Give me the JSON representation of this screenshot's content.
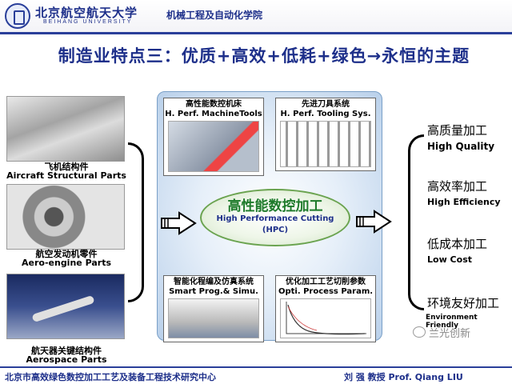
{
  "header": {
    "university_cn": "北京航空航天大学",
    "university_en": "BEIHANG UNIVERSITY",
    "school": "机械工程及自动化学院"
  },
  "title": "制造业特点三：优质+高效+低耗+绿色→永恒的主题",
  "left_parts": [
    {
      "cn": "飞机结构件",
      "en": "Aircraft Structural Parts"
    },
    {
      "cn": "航空发动机零件",
      "en": "Aero-engine Parts"
    },
    {
      "cn": "航天器关键结构件",
      "en": "Aerospace Parts"
    }
  ],
  "center": {
    "machine": {
      "cn": "高性能数控机床",
      "en": "H. Perf. MachineTools"
    },
    "tools": {
      "cn": "先进刀具系统",
      "en": "H. Perf. Tooling Sys."
    },
    "prog": {
      "cn": "智能化程编及仿真系统",
      "en": "Smart Prog.& Simu."
    },
    "opti": {
      "cn": "优化加工工艺切削参数",
      "en": "Opti. Process Param."
    },
    "hpc": {
      "cn": "高性能数控加工",
      "en": "High Performance Cutting",
      "abbr": "(HPC)"
    }
  },
  "goals": [
    {
      "cn": "高质量加工",
      "en": "High Quality"
    },
    {
      "cn": "高效率加工",
      "en": "High Efficiency"
    },
    {
      "cn": "低成本加工",
      "en": "Low Cost"
    },
    {
      "cn": "环境友好加工",
      "en": "Environment Friendly"
    }
  ],
  "watermark": "兰光创新",
  "footer": {
    "left": "北京市高效绿色数控加工工艺及装备工程技术研究中心",
    "right": "刘 强 教授 Prof. Qiang LIU"
  },
  "colors": {
    "brand": "#1d2f8a",
    "hpc_green": "#1d7a2a"
  }
}
